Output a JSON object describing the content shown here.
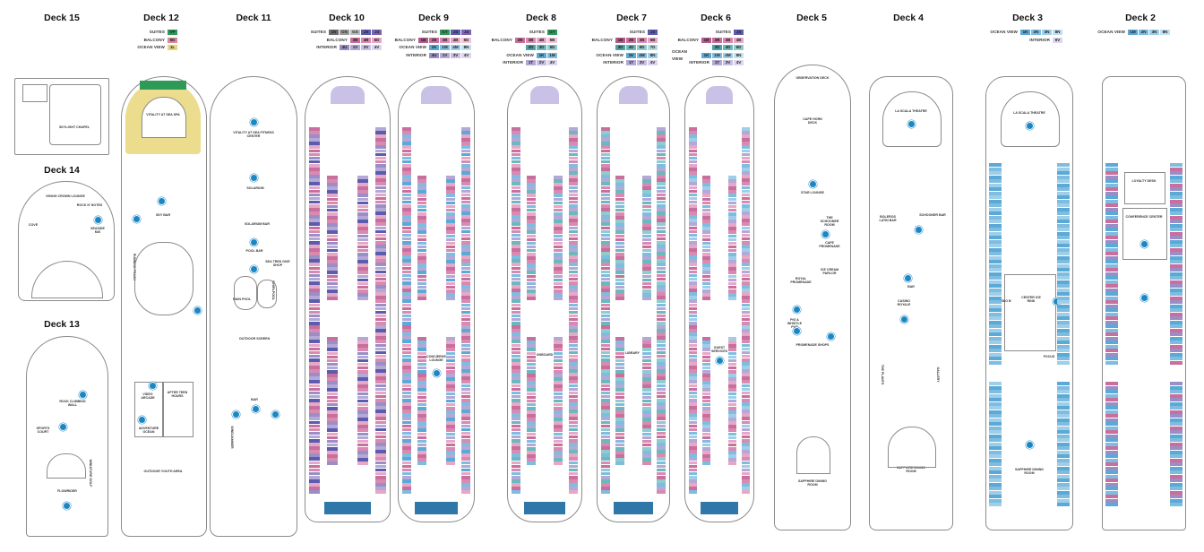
{
  "decks": [
    {
      "id": "deck15",
      "title": "Deck 15",
      "venues": [
        {
          "label": "SKYLIGHT CHAPEL"
        }
      ]
    },
    {
      "id": "deck14",
      "title": "Deck 14",
      "venues": [
        {
          "label": "VIKING CROWN LOUNGE"
        },
        {
          "label": "ROCK N' NOTES"
        },
        {
          "label": "SEASIDE MIX"
        },
        {
          "label": "COVE"
        }
      ]
    },
    {
      "id": "deck13",
      "title": "Deck 13",
      "venues": [
        {
          "label": "ROCK CLIMBING WALL"
        },
        {
          "label": "SPORTS COURT"
        },
        {
          "label": "FLOWRIDER"
        },
        {
          "label": "MINIATURE GOLF"
        }
      ]
    },
    {
      "id": "deck12",
      "title": "Deck 12",
      "venues": [
        {
          "label": "VITALITY AT SEA SPA"
        },
        {
          "label": "SKY BAR"
        },
        {
          "label": "RUNNING TRACK"
        },
        {
          "label": "VIDEO ARCADE"
        },
        {
          "label": "AFTER TEEN HOURS"
        },
        {
          "label": "ADVENTURE OCEAN"
        },
        {
          "label": "OUTDOOR YOUTH AREA"
        }
      ]
    },
    {
      "id": "deck11",
      "title": "Deck 11",
      "venues": [
        {
          "label": "VITALITY AT SEA FITNESS CENTER"
        },
        {
          "label": "SOLARIUM"
        },
        {
          "label": "SOLARIUM BAR"
        },
        {
          "label": "POOL BAR"
        },
        {
          "label": "SEA TREK DIVE SHOP"
        },
        {
          "label": "OUTDOOR SCREEN"
        },
        {
          "label": "WHIRLPOOL"
        },
        {
          "label": "MAIN POOL"
        },
        {
          "label": "WINDJAMMER"
        },
        {
          "label": "BAR"
        }
      ]
    },
    {
      "id": "deck10",
      "title": "Deck 10",
      "venues": []
    },
    {
      "id": "deck9",
      "title": "Deck 9",
      "venues": [
        {
          "label": "CONCIERGE LOUNGE"
        }
      ]
    },
    {
      "id": "deck8",
      "title": "Deck 8",
      "venues": [
        {
          "label": "ONBOARD"
        }
      ]
    },
    {
      "id": "deck7",
      "title": "Deck 7",
      "venues": [
        {
          "label": "LIBRARY"
        }
      ]
    },
    {
      "id": "deck6",
      "title": "Deck 6",
      "venues": [
        {
          "label": "GUEST SERVICES"
        }
      ]
    },
    {
      "id": "deck5",
      "title": "Deck 5",
      "venues": [
        {
          "label": "OBSERVATION DECK"
        },
        {
          "label": "CAPE HORN DECK"
        },
        {
          "label": "STAR LOUNGE"
        },
        {
          "label": "THE SCHOONER ROOM"
        },
        {
          "label": "CAFE PROMENADE"
        },
        {
          "label": "ROYAL PROMENADE"
        },
        {
          "label": "ICE CREAM PARLOR"
        },
        {
          "label": "PIG & WHISTLE PUB"
        },
        {
          "label": "PROMENADE SHOPS"
        },
        {
          "label": "SAPPHIRE DINING ROOM"
        }
      ]
    },
    {
      "id": "deck4",
      "title": "Deck 4",
      "venues": [
        {
          "label": "LA SCALA THEATRE"
        },
        {
          "label": "SCHOONER BAR"
        },
        {
          "label": "BOLEROS LATIN BAR"
        },
        {
          "label": "BAR"
        },
        {
          "label": "CASINO ROYALE"
        },
        {
          "label": "THE PLANTS"
        },
        {
          "label": "GALLERY"
        },
        {
          "label": "SAPPHIRE DINING ROOM"
        }
      ]
    },
    {
      "id": "deck3",
      "title": "Deck 3",
      "venues": [
        {
          "label": "LA SCALA THEATRE"
        },
        {
          "label": "STUDIO B"
        },
        {
          "label": "CENTER ICE RINK"
        },
        {
          "label": "FOCUS"
        },
        {
          "label": "SAPPHIRE DINING ROOM"
        }
      ]
    },
    {
      "id": "deck2",
      "title": "Deck 2",
      "venues": [
        {
          "label": "LOYALTY DESK"
        },
        {
          "label": "CONFERENCE CENTER"
        }
      ]
    }
  ],
  "legends": {
    "deck12": [
      {
        "label": "SUITES",
        "chips": [
          {
            "code": "VP",
            "color": "#2e9a58"
          }
        ]
      },
      {
        "label": "BALCONY",
        "chips": [
          {
            "code": "5D",
            "color": "#d98a9c"
          }
        ]
      },
      {
        "label": "OCEAN VIEW",
        "chips": [
          {
            "code": "1L",
            "color": "#e8d67a"
          }
        ]
      }
    ],
    "deck10": [
      {
        "label": "SUITES",
        "chips": [
          {
            "code": "1N",
            "color": "#6d6d6d"
          },
          {
            "code": "OS",
            "color": "#9c9c9c"
          },
          {
            "code": "GS",
            "color": "#bdbdbd"
          },
          {
            "code": "J3",
            "color": "#5b5bb0"
          },
          {
            "code": "J4",
            "color": "#7b63b8"
          }
        ]
      },
      {
        "label": "BALCONY",
        "chips": [
          {
            "code": "3B",
            "color": "#c86f9d"
          },
          {
            "code": "4B",
            "color": "#d98ab1"
          },
          {
            "code": "6D",
            "color": "#e6a8c6"
          }
        ]
      },
      {
        "label": "INTERIOR",
        "chips": [
          {
            "code": "4U",
            "color": "#9b8ec7"
          },
          {
            "code": "1V",
            "color": "#b3a8d6"
          },
          {
            "code": "3V",
            "color": "#c8bfe2"
          },
          {
            "code": "4V",
            "color": "#ddd6ee"
          }
        ]
      }
    ],
    "deck9": [
      {
        "label": "SUITES",
        "chips": [
          {
            "code": "GT",
            "color": "#2e9a58"
          },
          {
            "code": "J3",
            "color": "#5b5bb0"
          },
          {
            "code": "J4",
            "color": "#7b63b8"
          }
        ]
      },
      {
        "label": "BALCONY",
        "chips": [
          {
            "code": "1B",
            "color": "#b35b8c"
          },
          {
            "code": "2B",
            "color": "#c86f9d"
          },
          {
            "code": "3B",
            "color": "#d98ab1"
          },
          {
            "code": "4B",
            "color": "#e6a8c6"
          },
          {
            "code": "6D",
            "color": "#f0c6da"
          }
        ]
      },
      {
        "label": "OCEAN VIEW",
        "chips": [
          {
            "code": "1K",
            "color": "#5aa9d6"
          },
          {
            "code": "1M",
            "color": "#7fbde0"
          },
          {
            "code": "4M",
            "color": "#9fcfe8"
          },
          {
            "code": "8N",
            "color": "#c1e1f1"
          }
        ]
      },
      {
        "label": "INTERIOR",
        "chips": [
          {
            "code": "4U",
            "color": "#9b8ec7"
          },
          {
            "code": "1V",
            "color": "#b3a8d6"
          },
          {
            "code": "3V",
            "color": "#c8bfe2"
          },
          {
            "code": "4V",
            "color": "#ddd6ee"
          }
        ]
      }
    ],
    "deck8": [
      {
        "label": "SUITES",
        "chips": [
          {
            "code": "GT",
            "color": "#2e9a58"
          }
        ]
      },
      {
        "label": "BALCONY",
        "chips": [
          {
            "code": "2B",
            "color": "#c86f9d"
          },
          {
            "code": "3B",
            "color": "#d98ab1"
          },
          {
            "code": "4B",
            "color": "#e6a8c6"
          },
          {
            "code": "5B",
            "color": "#f0c6da"
          }
        ]
      },
      {
        "label": "",
        "chips": [
          {
            "code": "2D",
            "color": "#4aa3a8"
          },
          {
            "code": "3D",
            "color": "#6bb8bd"
          },
          {
            "code": "6D",
            "color": "#8fcbcf"
          }
        ]
      },
      {
        "label": "OCEAN VIEW",
        "chips": [
          {
            "code": "1K",
            "color": "#5aa9d6"
          },
          {
            "code": "1M",
            "color": "#7fbde0"
          }
        ]
      },
      {
        "label": "INTERIOR",
        "chips": [
          {
            "code": "1T",
            "color": "#b3a8d6"
          },
          {
            "code": "2V",
            "color": "#c8bfe2"
          },
          {
            "code": "4V",
            "color": "#ddd6ee"
          }
        ]
      }
    ],
    "deck7": [
      {
        "label": "SUITES",
        "chips": [
          {
            "code": "J3",
            "color": "#5b5bb0"
          }
        ]
      },
      {
        "label": "BALCONY",
        "chips": [
          {
            "code": "1B",
            "color": "#b35b8c"
          },
          {
            "code": "2B",
            "color": "#c86f9d"
          },
          {
            "code": "3B",
            "color": "#d98ab1"
          },
          {
            "code": "6B",
            "color": "#e6a8c6"
          }
        ]
      },
      {
        "label": "",
        "chips": [
          {
            "code": "3D",
            "color": "#4aa3a8"
          },
          {
            "code": "4D",
            "color": "#6bb8bd"
          },
          {
            "code": "6D",
            "color": "#8fcbcf"
          },
          {
            "code": "7D",
            "color": "#b2dcde"
          }
        ]
      },
      {
        "label": "OCEAN VIEW",
        "chips": [
          {
            "code": "1K",
            "color": "#5aa9d6"
          },
          {
            "code": "4M",
            "color": "#7fbde0"
          },
          {
            "code": "8N",
            "color": "#9fcfe8"
          }
        ]
      },
      {
        "label": "INTERIOR",
        "chips": [
          {
            "code": "1T",
            "color": "#b3a8d6"
          },
          {
            "code": "3V",
            "color": "#c8bfe2"
          },
          {
            "code": "4V",
            "color": "#ddd6ee"
          }
        ]
      }
    ],
    "deck6": [
      {
        "label": "SUITES",
        "chips": [
          {
            "code": "J3",
            "color": "#5b5bb0"
          }
        ]
      },
      {
        "label": "BALCONY",
        "chips": [
          {
            "code": "1B",
            "color": "#b35b8c"
          },
          {
            "code": "2B",
            "color": "#c86f9d"
          },
          {
            "code": "3B",
            "color": "#d98ab1"
          },
          {
            "code": "4B",
            "color": "#e6a8c6"
          }
        ]
      },
      {
        "label": "",
        "chips": [
          {
            "code": "3D",
            "color": "#4aa3a8"
          },
          {
            "code": "4D",
            "color": "#6bb8bd"
          },
          {
            "code": "6D",
            "color": "#8fcbcf"
          }
        ]
      },
      {
        "label": "OCEAN VIEW",
        "chips": [
          {
            "code": "1K",
            "color": "#5aa9d6"
          },
          {
            "code": "1M",
            "color": "#7fbde0"
          },
          {
            "code": "4M",
            "color": "#9fcfe8"
          },
          {
            "code": "8N",
            "color": "#c1e1f1"
          }
        ]
      },
      {
        "label": "INTERIOR",
        "chips": [
          {
            "code": "1T",
            "color": "#b3a8d6"
          },
          {
            "code": "3V",
            "color": "#c8bfe2"
          },
          {
            "code": "4V",
            "color": "#ddd6ee"
          }
        ]
      }
    ],
    "deck3": [
      {
        "label": "OCEAN VIEW",
        "chips": [
          {
            "code": "1K",
            "color": "#5aa9d6"
          },
          {
            "code": "2N",
            "color": "#7fbde0"
          },
          {
            "code": "3N",
            "color": "#9fcfe8"
          },
          {
            "code": "8N",
            "color": "#c1e1f1"
          }
        ]
      },
      {
        "label": "INTERIOR",
        "chips": [
          {
            "code": "6V",
            "color": "#ddd6ee"
          }
        ]
      }
    ],
    "deck2": [
      {
        "label": "OCEAN VIEW",
        "chips": [
          {
            "code": "1M",
            "color": "#5aa9d6"
          },
          {
            "code": "2N",
            "color": "#7fbde0"
          },
          {
            "code": "3N",
            "color": "#9fcfe8"
          },
          {
            "code": "8N",
            "color": "#c1e1f1"
          }
        ]
      }
    ]
  },
  "colors": {
    "pin": "#1b86c3",
    "outline": "#8b8b8b",
    "suite_yellow": "#e8d67a",
    "suite_green": "#2e9a58"
  }
}
